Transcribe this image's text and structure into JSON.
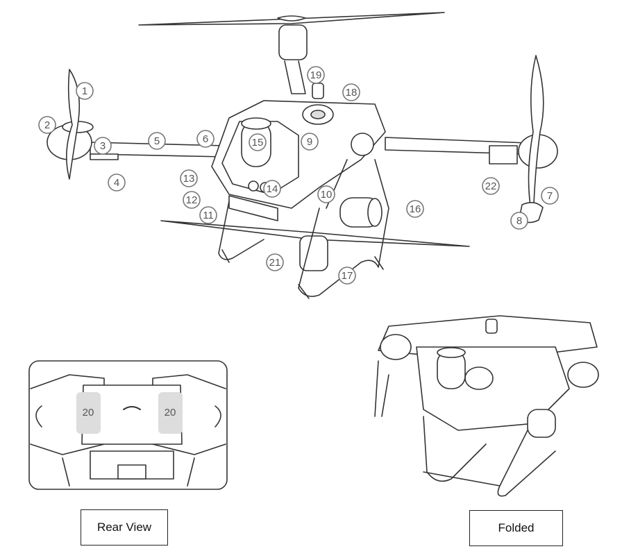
{
  "callouts": [
    "1",
    "2",
    "3",
    "4",
    "5",
    "6",
    "7",
    "8",
    "9",
    "10",
    "11",
    "12",
    "13",
    "14",
    "15",
    "16",
    "17",
    "18",
    "19",
    "20",
    "21",
    "22"
  ],
  "rear_view": {
    "badge_label": "20",
    "caption": "Rear View"
  },
  "folded_view": {
    "caption": "Folded"
  },
  "colors": {
    "line": "#333333",
    "callout": "#777777",
    "fill": "#f4f4f4",
    "shade": "#d9d9d9"
  }
}
